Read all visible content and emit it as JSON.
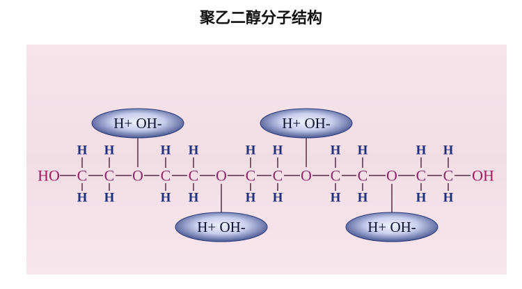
{
  "title": "聚乙二醇分子结构",
  "colors": {
    "background": "#f4e0e8",
    "terminal_group": "#a3195b",
    "carbon": "#8b2a6a",
    "hydrogen": "#1f2f7a",
    "oxygen": "#8b2a6a",
    "bond": "#7a5a6a",
    "ellipse_dark": "#2a3a7a",
    "ellipse_light": "#eef0fa"
  },
  "chain": {
    "left_end": "HO",
    "right_end": "OH",
    "carbon": "C",
    "oxygen": "O",
    "hydrogen": "H",
    "units": [
      "C",
      "C",
      "O",
      "C",
      "C",
      "O",
      "C",
      "C",
      "O",
      "C",
      "C",
      "O",
      "C",
      "C"
    ]
  },
  "interactions": [
    {
      "label": "H+ OH-",
      "position": "above",
      "oxygen_index": 0
    },
    {
      "label": "H+ OH-",
      "position": "below",
      "oxygen_index": 1
    },
    {
      "label": "H+ OH-",
      "position": "above",
      "oxygen_index": 2
    },
    {
      "label": "H+ OH-",
      "position": "below",
      "oxygen_index": 3
    }
  ]
}
